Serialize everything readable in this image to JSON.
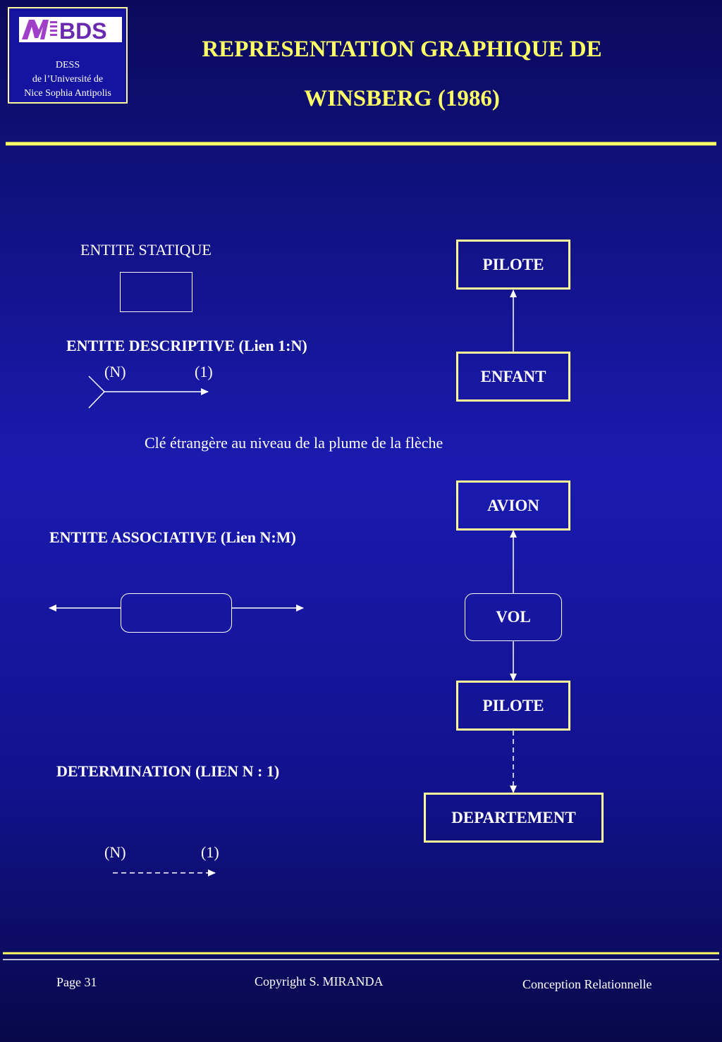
{
  "logo": {
    "brand": "MBDS",
    "line1": "DESS",
    "line2": "de l’Université de",
    "line3": "Nice Sophia Antipolis"
  },
  "title": {
    "line1": "REPRESENTATION GRAPHIQUE DE",
    "line2": "WINSBERG (1986)"
  },
  "legend": {
    "static_entity": "ENTITE STATIQUE",
    "descriptive_entity": "ENTITE DESCRIPTIVE (Lien 1:N)",
    "desc_n": "(N)",
    "desc_1": "(1)",
    "foreign_key_note": "Clé étrangère au niveau de la plume de la flèche",
    "associative_entity": "ENTITE ASSOCIATIVE (Lien N:M)",
    "determination": "DETERMINATION (LIEN N : 1)",
    "det_n": "(N)",
    "det_1": "(1)"
  },
  "example": {
    "pilote_top": "PILOTE",
    "enfant": "ENFANT",
    "avion": "AVION",
    "vol": "VOL",
    "pilote_bottom": "PILOTE",
    "departement": "DEPARTEMENT"
  },
  "footer": {
    "page": "Page  31",
    "copyright": "Copyright S. MIRANDA",
    "course": "Conception Relationnelle"
  },
  "colors": {
    "accent": "#ffff66",
    "box_border": "#ffff99",
    "text": "#ffffff"
  }
}
